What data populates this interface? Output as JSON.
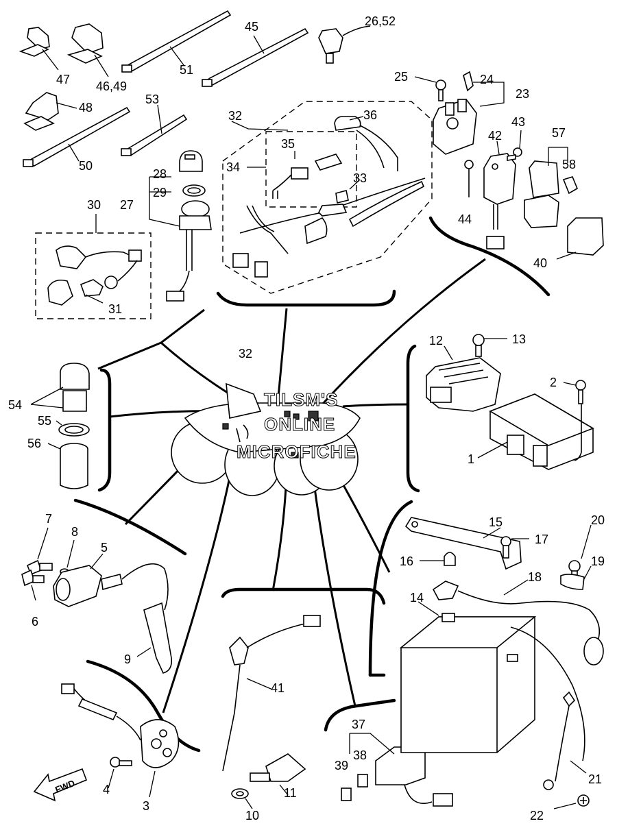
{
  "watermark": {
    "line1": "TILSM'S",
    "line2": "ONLINE",
    "line3": "MICROFICHE"
  },
  "fwd_label": "FWD",
  "callouts": {
    "c47": "47",
    "c4649": "46,49",
    "c51": "51",
    "c45": "45",
    "c2652": "26,52",
    "c25": "25",
    "c24": "24",
    "c23": "23",
    "c48": "48",
    "c50": "50",
    "c53": "53",
    "c32a": "32",
    "c36": "36",
    "c35": "35",
    "c34": "34",
    "c33": "33",
    "c43": "43",
    "c42": "42",
    "c57": "57",
    "c58": "58",
    "c44": "44",
    "c40": "40",
    "c28": "28",
    "c29": "29",
    "c27": "27",
    "c30": "30",
    "c31": "31",
    "c12": "12",
    "c13": "13",
    "c2": "2",
    "c1": "1",
    "c32b": "32",
    "c54": "54",
    "c55": "55",
    "c56": "56",
    "c7": "7",
    "c8": "8",
    "c5": "5",
    "c6": "6",
    "c9": "9",
    "c15": "15",
    "c17": "17",
    "c16": "16",
    "c18": "18",
    "c20": "20",
    "c19": "19",
    "c14": "14",
    "c41": "41",
    "c37": "37",
    "c38": "38",
    "c39": "39",
    "c4": "4",
    "c3": "3",
    "c10": "10",
    "c11": "11",
    "c21": "21",
    "c22": "22"
  }
}
